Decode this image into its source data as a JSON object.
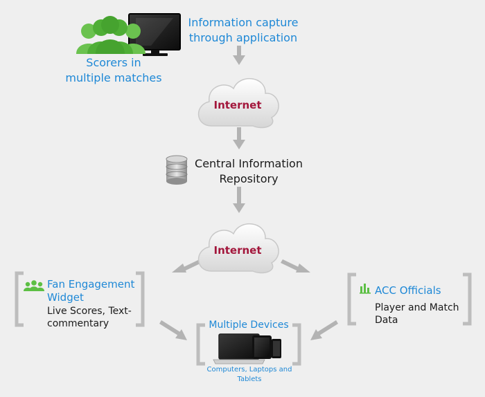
{
  "capture": {
    "text": "Information capture through application"
  },
  "scorers": {
    "text": "Scorers in multiple matches"
  },
  "cloud_top": {
    "label": "Internet"
  },
  "repository": {
    "text": "Central Information Repository"
  },
  "cloud_bottom": {
    "label": "Internet"
  },
  "fan_widget": {
    "title": "Fan Engagement Widget",
    "body": "Live Scores, Text-commentary"
  },
  "acc": {
    "title": "ACC Officials",
    "body": "Player and Match Data"
  },
  "devices": {
    "title": "Multiple Devices",
    "body": "Computers, Laptops and Tablets"
  },
  "colors": {
    "blue": "#1e88d6",
    "green": "#5cbf44",
    "crimson": "#a3173c",
    "arrow": "#b3b3b3",
    "bracket": "#bdbdbd"
  }
}
